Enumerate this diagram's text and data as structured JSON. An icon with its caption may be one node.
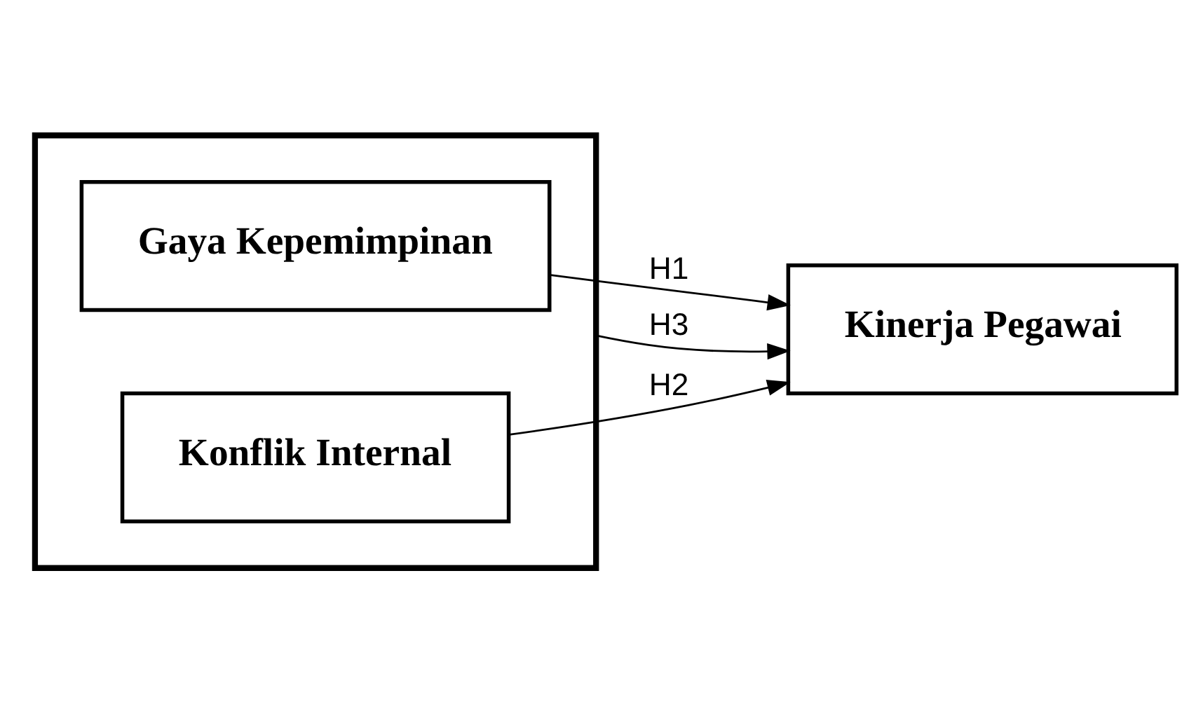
{
  "diagram": {
    "nodes": [
      {
        "text": [],
        "shape": "box"
      },
      {
        "text": [
          "Gaya Kepemimpinan"
        ],
        "in": 0
      },
      {
        "text": [
          "Konflik Internal"
        ],
        "in": 0
      },
      {
        "text": [
          "Kinerja Pegawai"
        ]
      }
    ],
    "edges": [
      {
        "from": 1,
        "to": 3,
        "arrow": "to",
        "label": "H1"
      },
      {
        "from": 0,
        "to": 3,
        "arrow": "to",
        "label": "H3"
      },
      {
        "from": 2,
        "to": 3,
        "arrow": "to",
        "label": "H2"
      }
    ]
  }
}
